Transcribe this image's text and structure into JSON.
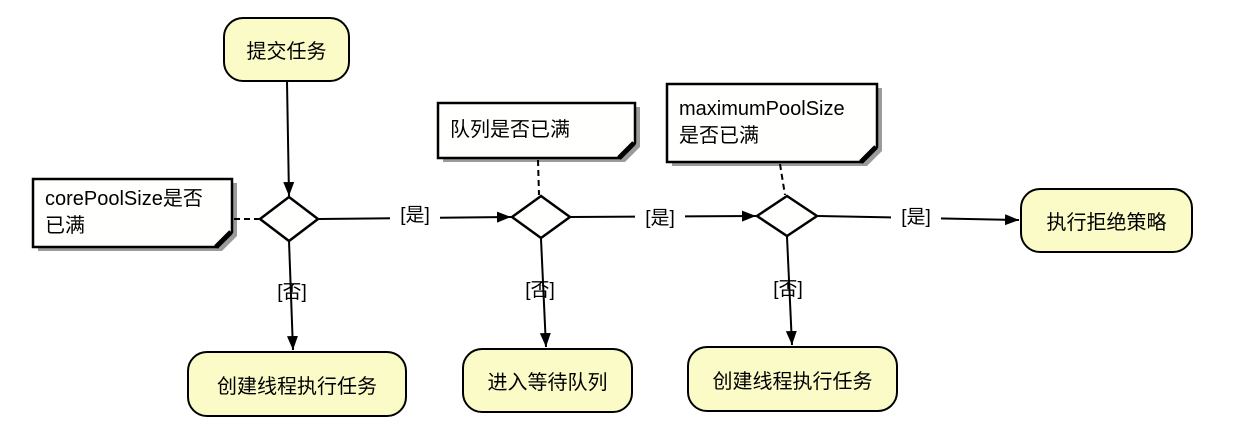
{
  "colors": {
    "activity_fill": "#fbfbc8",
    "note_fill": "#fffffe",
    "shadow_color": "#9b9b9b",
    "line_color": "#000000",
    "text_color": "#000000",
    "canvas_bg": "#ffffff"
  },
  "nodes": {
    "submit": {
      "label": "提交任务"
    },
    "create_thread_1": {
      "label": "创建线程执行任务"
    },
    "enter_queue": {
      "label": "进入等待队列"
    },
    "create_thread_2": {
      "label": "创建线程执行任务"
    },
    "reject_policy": {
      "label": "执行拒绝策略"
    }
  },
  "notes": {
    "core_pool": {
      "line1": "corePoolSize是否",
      "line2": "已满"
    },
    "queue": {
      "line1": "队列是否已满"
    },
    "max_pool": {
      "line1": "maximumPoolSize",
      "line2": "是否已满"
    }
  },
  "edge_labels": {
    "yes1": "[是]",
    "yes2": "[是]",
    "yes3": "[是]",
    "no1": "[否]",
    "no2": "[否]",
    "no3": "[否]"
  }
}
